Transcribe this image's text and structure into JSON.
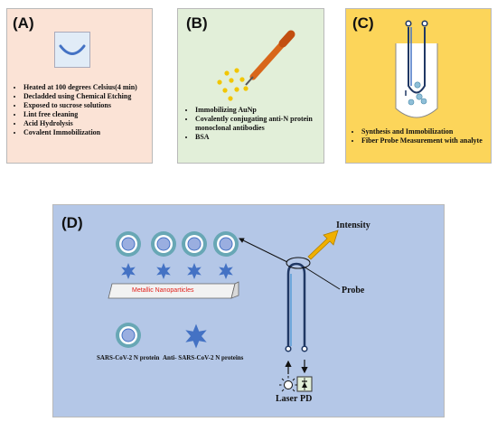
{
  "panel_a": {
    "label": "(A)",
    "bullets": [
      "Heated at 100 degrees Celsius(4 min)",
      "Decladded using Chemical Etching",
      "Exposed to sucrose solutions",
      "Lint free cleaning",
      "Acid Hydrolysis",
      "Covalent Immobilization"
    ]
  },
  "panel_b": {
    "label": "(B)",
    "bullets": [
      "Immobilizing AuNp",
      "Covalently conjugating anti-N protein monoclonal antibodies",
      "BSA"
    ]
  },
  "panel_c": {
    "label": "(C)",
    "bullets": [
      "Synthesis and Immobilization",
      "Fiber Probe Measurement with analyte"
    ]
  },
  "panel_d": {
    "label": "(D)",
    "substrate_label": "Metallic Nanoparticles",
    "intensity_label": "Intensity",
    "probe_label": "Probe",
    "laser_label": "Laser",
    "pd_label": "PD",
    "legend_virus_label": "SARS-CoV-2 N protein",
    "legend_antibody_label": "Anti- SARS-CoV-2 N proteins"
  },
  "colors": {
    "panel_a_bg": "#fbe3d6",
    "panel_b_bg": "#e2efd9",
    "panel_c_bg": "#fcd55a",
    "panel_d_bg": "#b4c7e7",
    "antibody_blue": "#4472c4",
    "virus_teal": "#2a8c8c",
    "arrow_orange": "#f0b000",
    "substrate_text": "#e0201a"
  }
}
